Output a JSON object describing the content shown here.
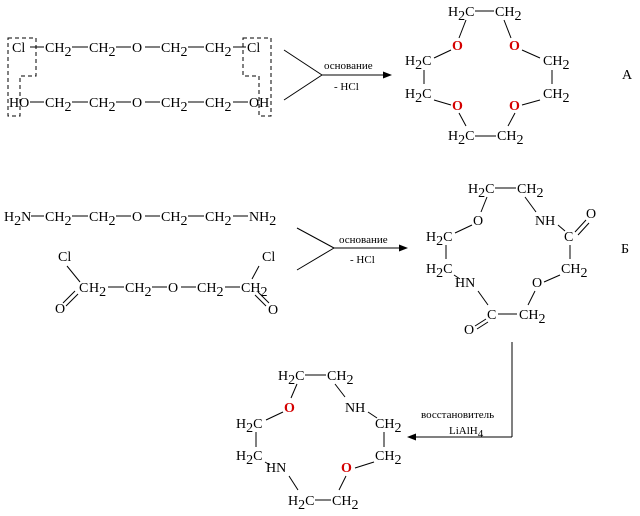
{
  "labels": {
    "cl": "Cl",
    "ho": "HO",
    "oh": "OH",
    "o": "O",
    "ch2": "CH",
    "h2c": "H",
    "c_": "C",
    "h2n": "H",
    "n": "N",
    "nh": "NH",
    "hn": "HN",
    "c": "C",
    "sub2": "2",
    "sub4": "4",
    "lialh": "LiAlH",
    "equals_o": "O"
  },
  "reactions": {
    "a": {
      "condition_top": "основание",
      "condition_bottom": "- HCl",
      "mark": "А"
    },
    "b": {
      "condition_top": "основание",
      "condition_bottom": "- HCl",
      "mark": "Б"
    },
    "c": {
      "condition_top": "восстановитель",
      "condition_bottom": "LiAlH"
    }
  },
  "colors": {
    "oxygen": "#d40000",
    "nitrogen": "#1a1acc",
    "ink": "#000000"
  }
}
